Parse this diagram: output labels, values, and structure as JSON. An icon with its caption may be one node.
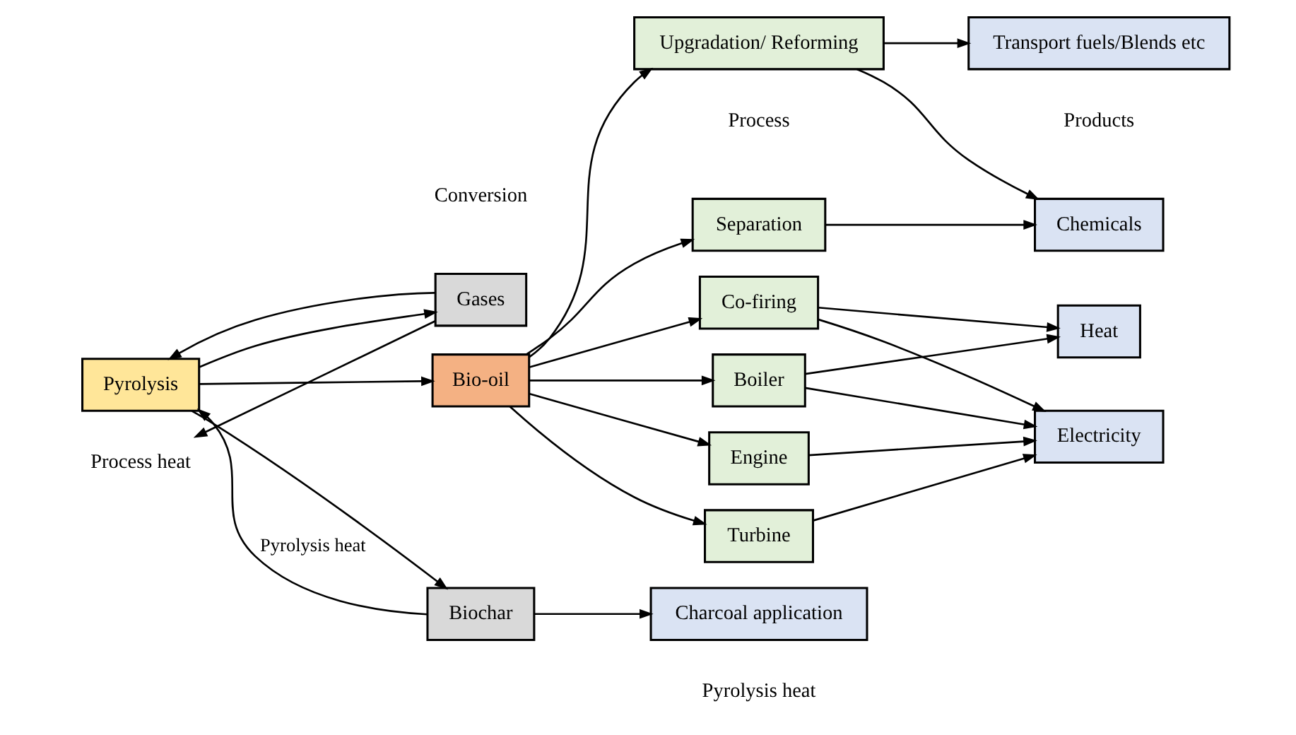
{
  "diagram": {
    "nodes": [
      {
        "text": [
          "Process heat"
        ]
      },
      {
        "text": [
          "Pyrolysis"
        ]
      },
      {
        "text": [
          "Gases"
        ]
      },
      {
        "text": [
          "Bio-oil"
        ]
      },
      {
        "text": [
          "Biochar"
        ]
      },
      {
        "text": [
          "Separation"
        ]
      },
      {
        "text": [
          "Upgradation/ Reforming"
        ]
      },
      {
        "text": [
          "Turbine"
        ]
      },
      {
        "text": [
          "Engine"
        ]
      },
      {
        "text": [
          "Co-firing"
        ]
      },
      {
        "text": [
          "Boiler"
        ]
      },
      {
        "text": [
          "Chemicals"
        ]
      },
      {
        "text": [
          "Transport fuels/Blends etc"
        ]
      },
      {
        "text": [
          "Electricity"
        ]
      },
      {
        "text": [
          "Heat"
        ]
      },
      {
        "text": [
          "Charcoal application"
        ]
      }
    ],
    "edges": [
      {
        "from": 1,
        "to": 2,
        "arrow": "to"
      },
      {
        "from": 1,
        "to": 3,
        "arrow": "to"
      },
      {
        "from": 1,
        "to": 4,
        "arrow": "to"
      },
      {
        "from": 2,
        "to": 0,
        "arrow": "to"
      },
      {
        "from": 2,
        "to": 1,
        "arrow": "to"
      },
      {
        "from": 4,
        "to": 1,
        "arrow": "to",
        "label": "Pyrolysis heat"
      },
      {
        "from": 4,
        "to": 15,
        "arrow": "to"
      },
      {
        "from": 3,
        "to": 5,
        "arrow": "to"
      },
      {
        "from": 3,
        "to": 6,
        "arrow": "to"
      },
      {
        "from": 3,
        "to": 7,
        "arrow": "to"
      },
      {
        "from": 3,
        "to": 8,
        "arrow": "to"
      },
      {
        "from": 3,
        "to": 9,
        "arrow": "to"
      },
      {
        "from": 3,
        "to": 10,
        "arrow": "to"
      },
      {
        "from": 5,
        "to": 11,
        "arrow": "to"
      },
      {
        "from": 6,
        "to": 11,
        "arrow": "to"
      },
      {
        "from": 6,
        "to": 12,
        "arrow": "to"
      },
      {
        "from": 7,
        "to": 13,
        "arrow": "to"
      },
      {
        "from": 8,
        "to": 13,
        "arrow": "to"
      },
      {
        "from": 9,
        "to": 13,
        "arrow": "to"
      },
      {
        "from": 9,
        "to": 14,
        "arrow": "to"
      },
      {
        "from": 10,
        "to": 13,
        "arrow": "to"
      },
      {
        "from": 10,
        "to": 14,
        "arrow": "to"
      }
    ],
    "labels": [
      "Conversion",
      "Process",
      "Products",
      "Pyrolysis heat"
    ]
  }
}
